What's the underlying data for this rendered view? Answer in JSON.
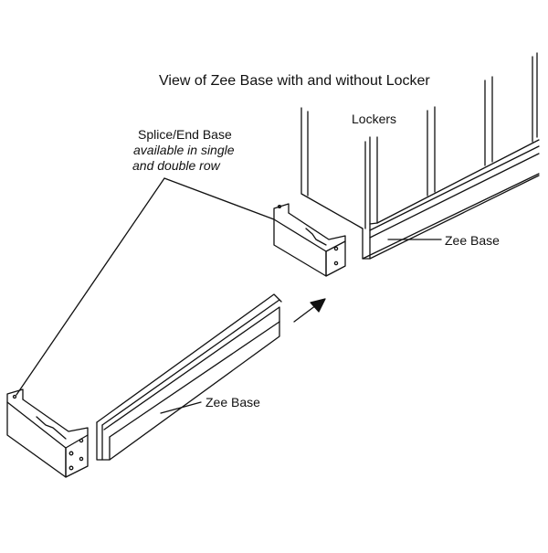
{
  "title": "View of Zee Base with and without Locker",
  "labels": {
    "lockers": "Lockers",
    "splice_end_base": "Splice/End Base",
    "availability_line1": "available in single",
    "availability_line2": "and double row",
    "zee_base_installed": "Zee Base",
    "zee_base_loose": "Zee Base"
  }
}
